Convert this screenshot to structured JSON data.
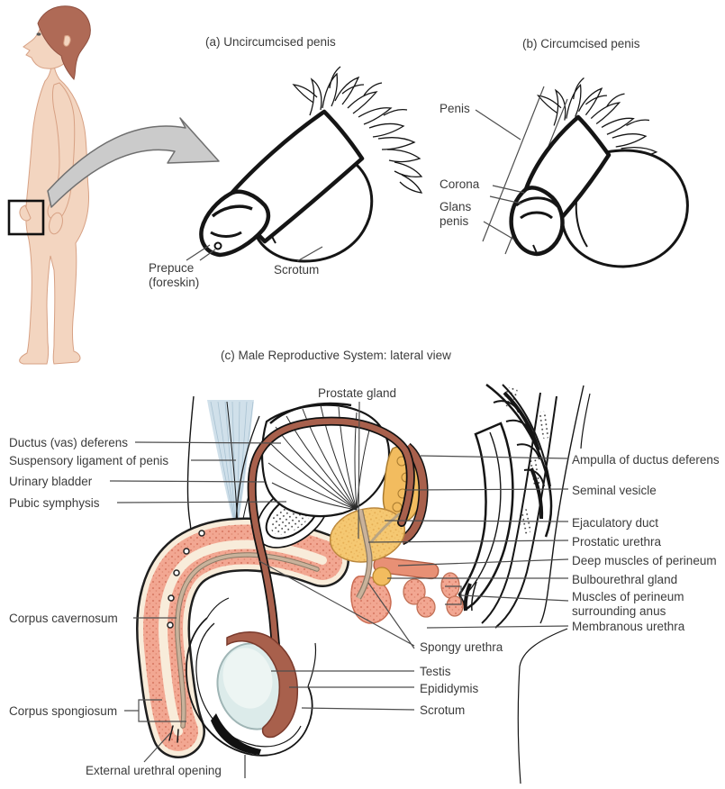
{
  "panel_a": {
    "title": "(a) Uncircumcised penis",
    "labels": {
      "prepuce": "Prepuce (foreskin)",
      "scrotum": "Scrotum"
    }
  },
  "panel_b": {
    "title": "(b) Circumcised penis",
    "labels": {
      "penis": "Penis",
      "corona": "Corona",
      "glans": "Glans penis"
    }
  },
  "panel_c": {
    "title": "(c) Male Reproductive System: lateral view",
    "prostate": "Prostate gland",
    "left": [
      "Ductus (vas) deferens",
      "Suspensory ligament of penis",
      "Urinary bladder",
      "Pubic symphysis",
      "Corpus cavernosum",
      "Corpus spongiosum"
    ],
    "external": "External urethral opening",
    "right": [
      "Ampulla of ductus deferens",
      "Seminal vesicle",
      "Ejaculatory duct",
      "Prostatic urethra",
      "Deep muscles of perineum",
      "Bulbourethral gland",
      "Muscles of perineum surrounding anus",
      "Membranous urethra"
    ],
    "mid": [
      "Spongy urethra",
      "Testis",
      "Epididymis",
      "Scrotum"
    ]
  },
  "colors": {
    "label_text": "#3b3b3b",
    "line": "#4d4d4d",
    "skin": "#F3D5C0",
    "hair": "#AF6A56",
    "arrow": "#CBCBCB",
    "ligament": "#CBDDE8",
    "duct_red": "#A8604C",
    "gland_yellow": "#F2BC5F",
    "prostate_yellow": "#F5C872",
    "tissue_pink": "#F2A792",
    "cream": "#F8ECDA",
    "urethra_tan": "#C9B29B",
    "testis_blue": "#DCEBEA",
    "muscle_salmon": "#E89075"
  }
}
